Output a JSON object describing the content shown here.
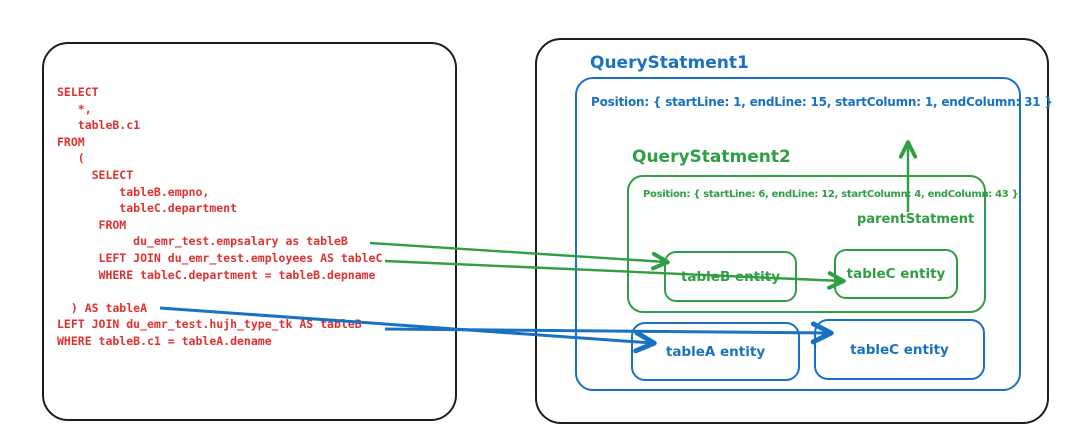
{
  "colors": {
    "red": "#e03131",
    "blue": "#1971c2",
    "green": "#2f9e44",
    "ink": "#1e1e1e",
    "bg": "#ffffff"
  },
  "sql_panel": {
    "code": "SELECT\n   *,\n   tableB.c1\nFROM\n   (\n     SELECT\n         tableB.empno,\n         tableC.department\n      FROM\n           du_emr_test.empsalary as tableB\n      LEFT JOIN du_emr_test.employees AS tableC\n      WHERE tableC.department = tableB.depname\n\n  ) AS tableA\nLEFT JOIN du_emr_test.hujh_type_tk AS tableB\nWHERE tableB.c1 = tableA.dename"
  },
  "ast_panel": {
    "qs1": {
      "title": "QueryStatment1",
      "position": "Position: { startLine: 1, endLine: 15, startColumn: 1, endColumn: 31 }",
      "entities": [
        {
          "label": "tableA entity"
        },
        {
          "label": "tableC entity"
        }
      ]
    },
    "qs2": {
      "title": "QueryStatment2",
      "position": "Position: { startLine: 6, endLine: 12, startColumn: 4, endColumn: 43 }",
      "parent_label": "parentStatment",
      "entities": [
        {
          "label": "tableB entity"
        },
        {
          "label": "tableC entity"
        }
      ]
    }
  }
}
